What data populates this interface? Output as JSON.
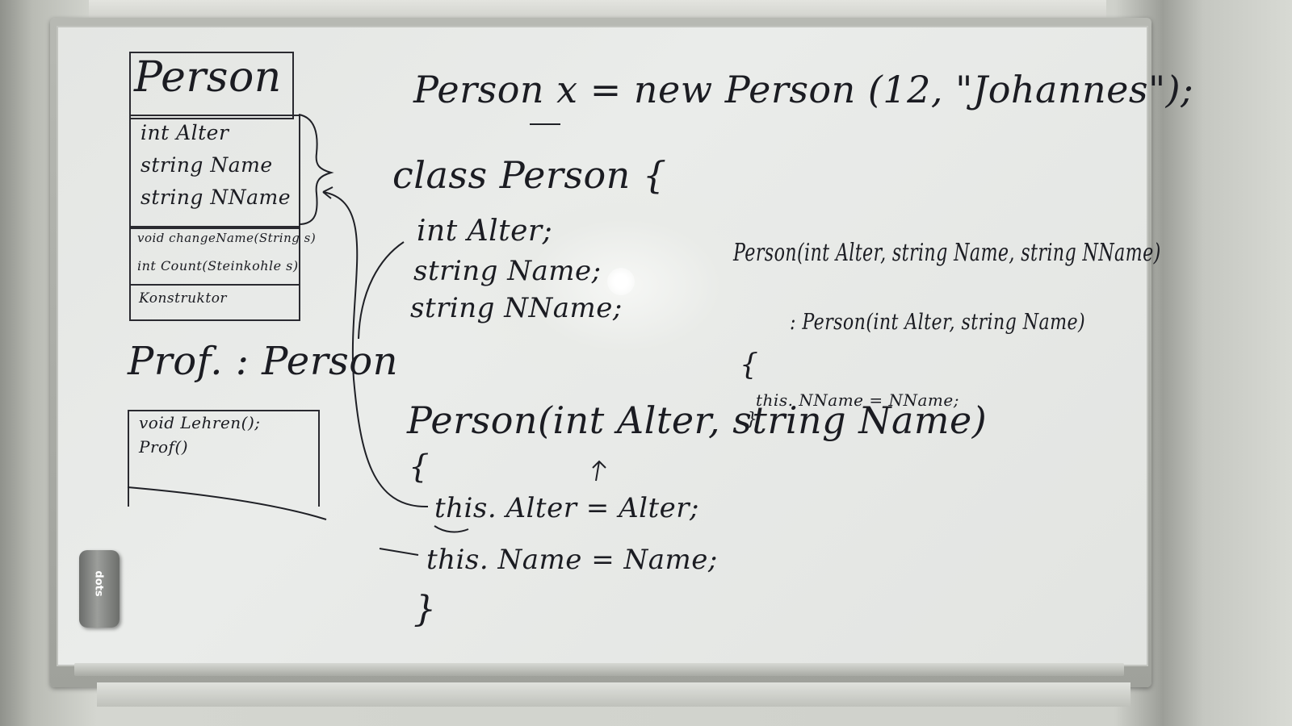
{
  "eraser": {
    "brand": "dots"
  },
  "uml": {
    "class_name": "Person",
    "fields": [
      "int Alter",
      "string Name",
      "string NName"
    ],
    "methods": [
      "void changeName(String s)",
      "int Count(Steinkohle s)"
    ],
    "constructor": "Konstruktor",
    "subclass_header": "Prof. : Person",
    "subclass_members": [
      "void Lehren();",
      "Prof()"
    ]
  },
  "code": {
    "instantiation": "Person x = new Person (12, \"Johannes\");",
    "class_decl": "class Person {",
    "class_fields": [
      "int Alter;",
      "string Name;",
      "string NName;"
    ],
    "ctor_signature": "Person(int Alter, string Name)",
    "ctor_open": "{",
    "ctor_body": [
      "this. Alter = Alter;",
      "this. Name = Name;"
    ],
    "ctor_close": "}",
    "overload_signature": "Person(int Alter, string Name, string NName)",
    "base_call": ": Person(int Alter, string Name)",
    "overload_open": "{",
    "overload_body": "this. NName = NName;",
    "overload_close": "}"
  }
}
